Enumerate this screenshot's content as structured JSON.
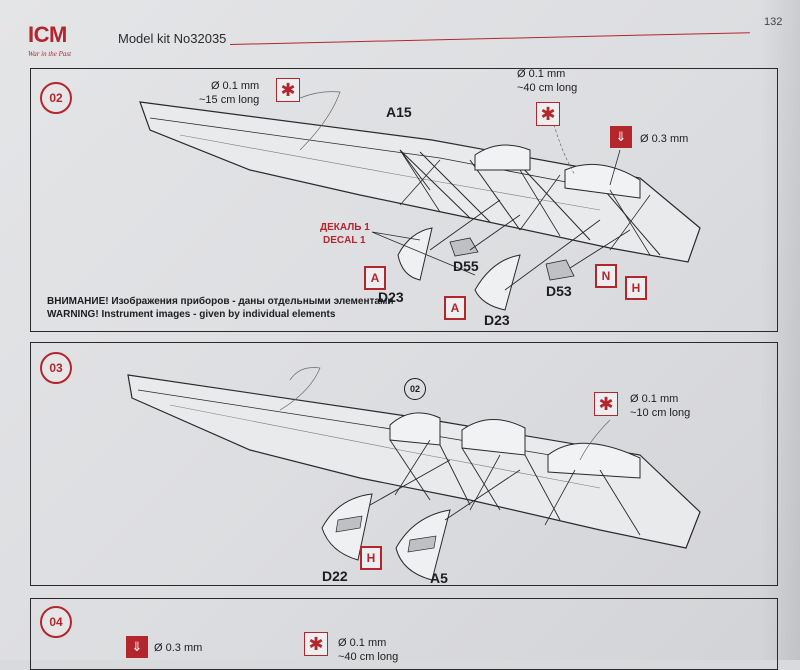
{
  "header": {
    "brand": "ICM",
    "brand_tagline": "War in the Past",
    "title": "Model kit No32035",
    "page_number": "132"
  },
  "steps": [
    {
      "number": "02",
      "labels": {
        "A15": "A15",
        "D55": "D55",
        "D23_left": "D23",
        "D23_right": "D23",
        "D53": "D53"
      },
      "tags": [
        "A",
        "A",
        "N",
        "H"
      ],
      "notes": {
        "rigging_1": "Ø 0.1 mm\n~15 cm long",
        "rigging_2": "Ø 0.1 mm\n~40 cm long",
        "drill": "Ø 0.3 mm"
      },
      "decal_ru": "ДЕКАЛЬ 1",
      "decal_en": "DECAL 1",
      "warning_ru": "ВНИМАНИЕ! Изображения приборов - даны отдельными элементами",
      "warning_en": "WARNING! Instrument images - given by individual elements"
    },
    {
      "number": "03",
      "ref_step": "02",
      "labels": {
        "D22": "D22",
        "A5": "A5"
      },
      "tags": [
        "H"
      ],
      "notes": {
        "rigging": "Ø 0.1 mm\n~10 cm long"
      }
    },
    {
      "number": "04",
      "notes": {
        "drill": "Ø 0.3 mm",
        "rigging": "Ø 0.1 mm\n~40 cm long"
      }
    }
  ],
  "colors": {
    "accent": "#b3262c",
    "ink": "#1d1d1f",
    "paper": "#e2e3e5"
  }
}
